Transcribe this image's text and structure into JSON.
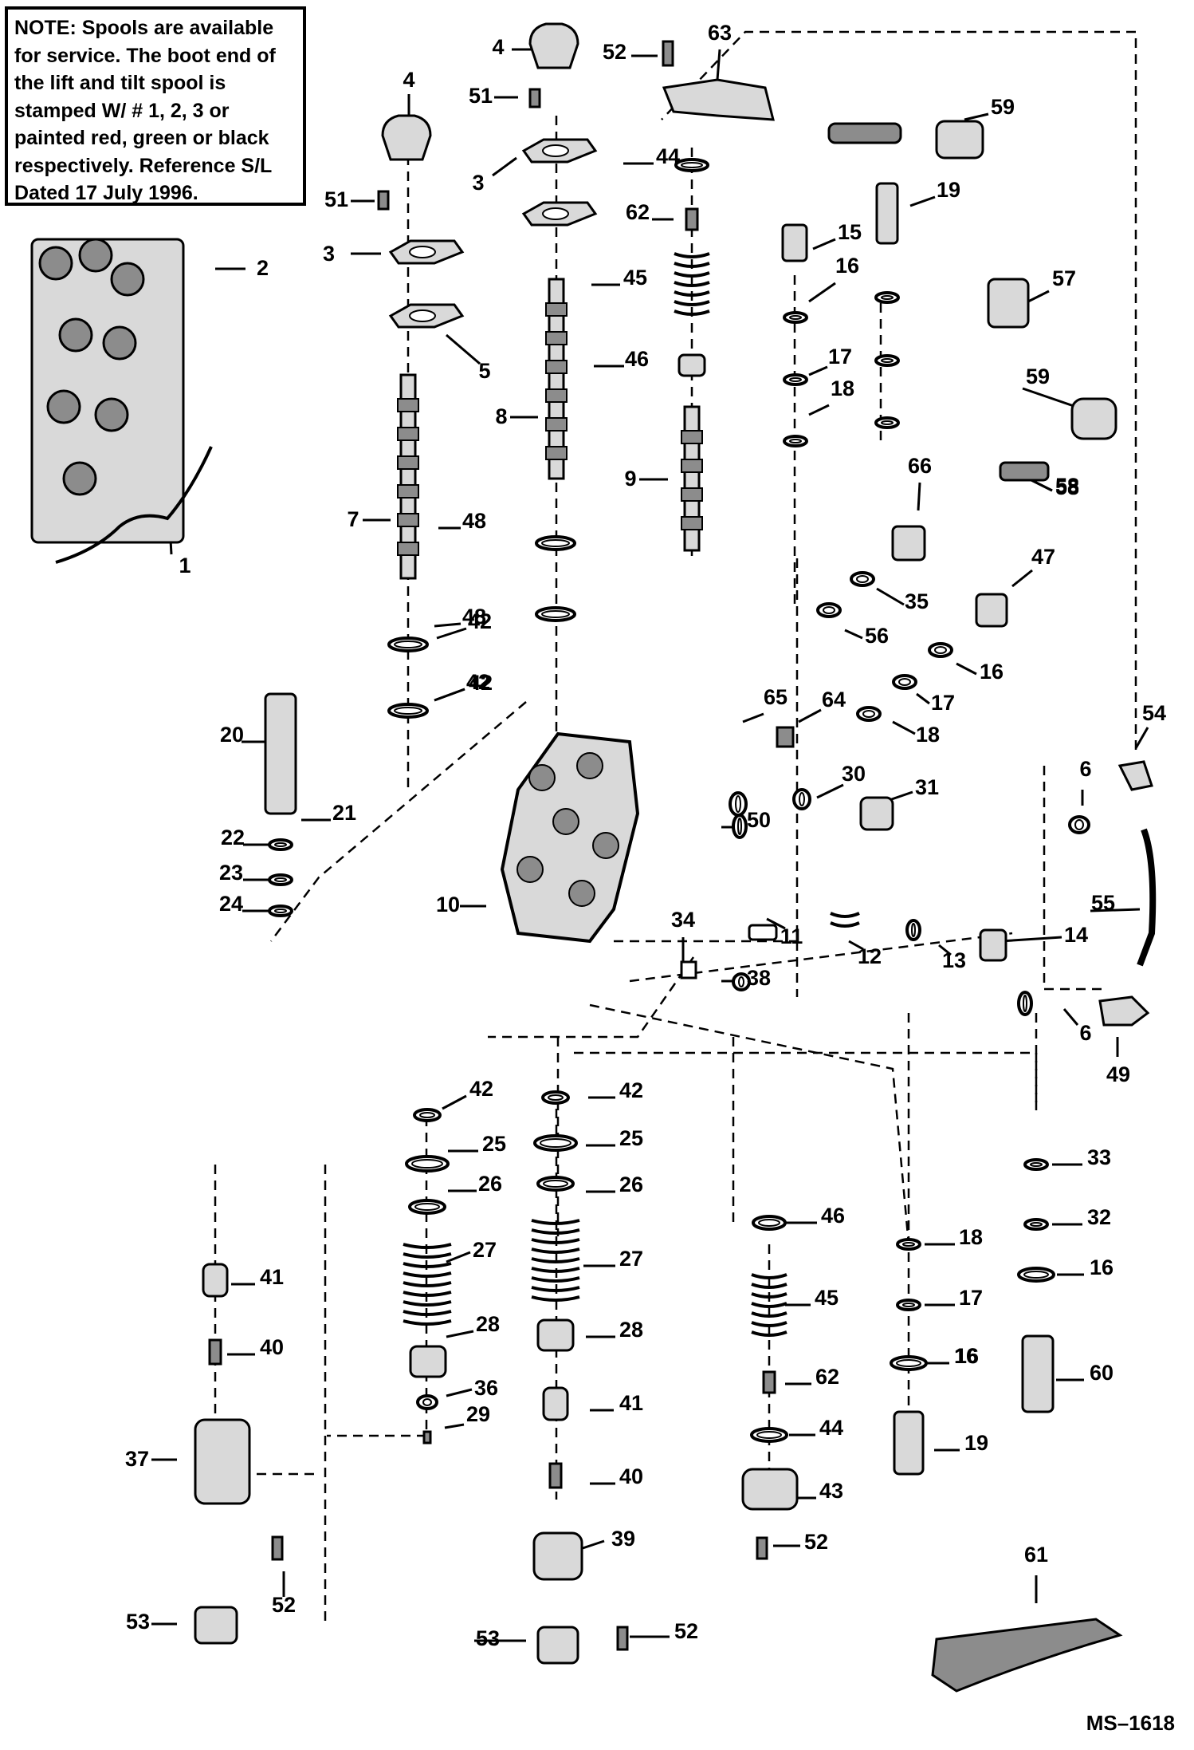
{
  "note": {
    "heading": "NOTE:",
    "lines": [
      "Spools are available",
      "for service. The boot end of",
      "the lift and tilt spool is",
      "stamped W/ # 1, 2, 3 or",
      "painted red, green or black",
      "respectively. Reference S/L",
      "Dated 17 July 1996."
    ]
  },
  "drawing_id": "MS–1618",
  "callouts": [
    "1",
    "2",
    "3",
    "3",
    "4",
    "4",
    "5",
    "6",
    "6",
    "7",
    "8",
    "9",
    "10",
    "11",
    "12",
    "13",
    "14",
    "15",
    "16",
    "16",
    "16",
    "16",
    "16",
    "17",
    "17",
    "17",
    "18",
    "18",
    "18",
    "19",
    "19",
    "20",
    "21",
    "22",
    "23",
    "24",
    "25",
    "25",
    "26",
    "26",
    "27",
    "27",
    "28",
    "28",
    "29",
    "30",
    "31",
    "32",
    "33",
    "34",
    "35",
    "36",
    "37",
    "38",
    "39",
    "40",
    "40",
    "41",
    "41",
    "42",
    "42",
    "42",
    "42",
    "42",
    "43",
    "44",
    "44",
    "45",
    "45",
    "46",
    "46",
    "47",
    "48",
    "48",
    "49",
    "50",
    "51",
    "51",
    "52",
    "52",
    "52",
    "52",
    "53",
    "53",
    "54",
    "55",
    "56",
    "57",
    "58",
    "58",
    "59",
    "59",
    "60",
    "61",
    "62",
    "62",
    "63",
    "64",
    "65",
    "66"
  ],
  "colors": {
    "ink": "#000000",
    "paper": "#ffffff",
    "part_fill": "#d9d9d9",
    "part_dark": "#8c8c8c"
  }
}
